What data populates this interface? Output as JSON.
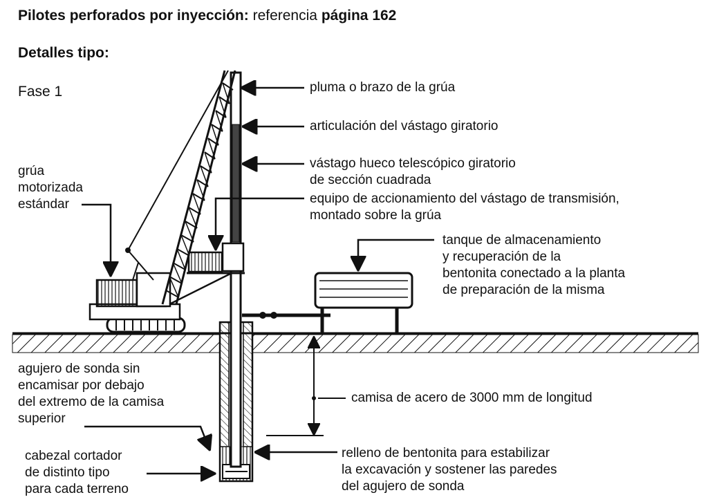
{
  "header": {
    "title_bold_1": "Pilotes perforados por inyección:",
    "title_normal": "referencia",
    "title_bold_2": "página 162",
    "subtitle": "Detalles tipo:",
    "phase": "Fase 1"
  },
  "labels": {
    "crane": [
      "grúa",
      "motorizada",
      "estándar"
    ],
    "boom": "pluma o brazo de la grúa",
    "kelly_joint": "articulación del vástago giratorio",
    "kelly_bar": [
      "vástago hueco telescópico giratorio",
      "de sección cuadrada"
    ],
    "drive_unit": [
      "equipo de accionamiento del vástago de transmisión,",
      "montado sobre la grúa"
    ],
    "tank": [
      "tanque de almacenamiento",
      "y recuperación de la",
      "bentonita conectado a la planta",
      "de preparación de la misma"
    ],
    "casing": "camisa de acero de 3000 mm de longitud",
    "uncased_hole": [
      "agujero de sonda sin",
      "encamisar por debajo",
      "del extremo de la camisa",
      "superior"
    ],
    "cutter_head": [
      "cabezal cortador",
      "de distinto tipo",
      "para cada terreno"
    ],
    "bentonite_fill": [
      "relleno de bentonita para estabilizar",
      "la excavación y sostener las paredes",
      "del agujero de sonda"
    ]
  }
}
